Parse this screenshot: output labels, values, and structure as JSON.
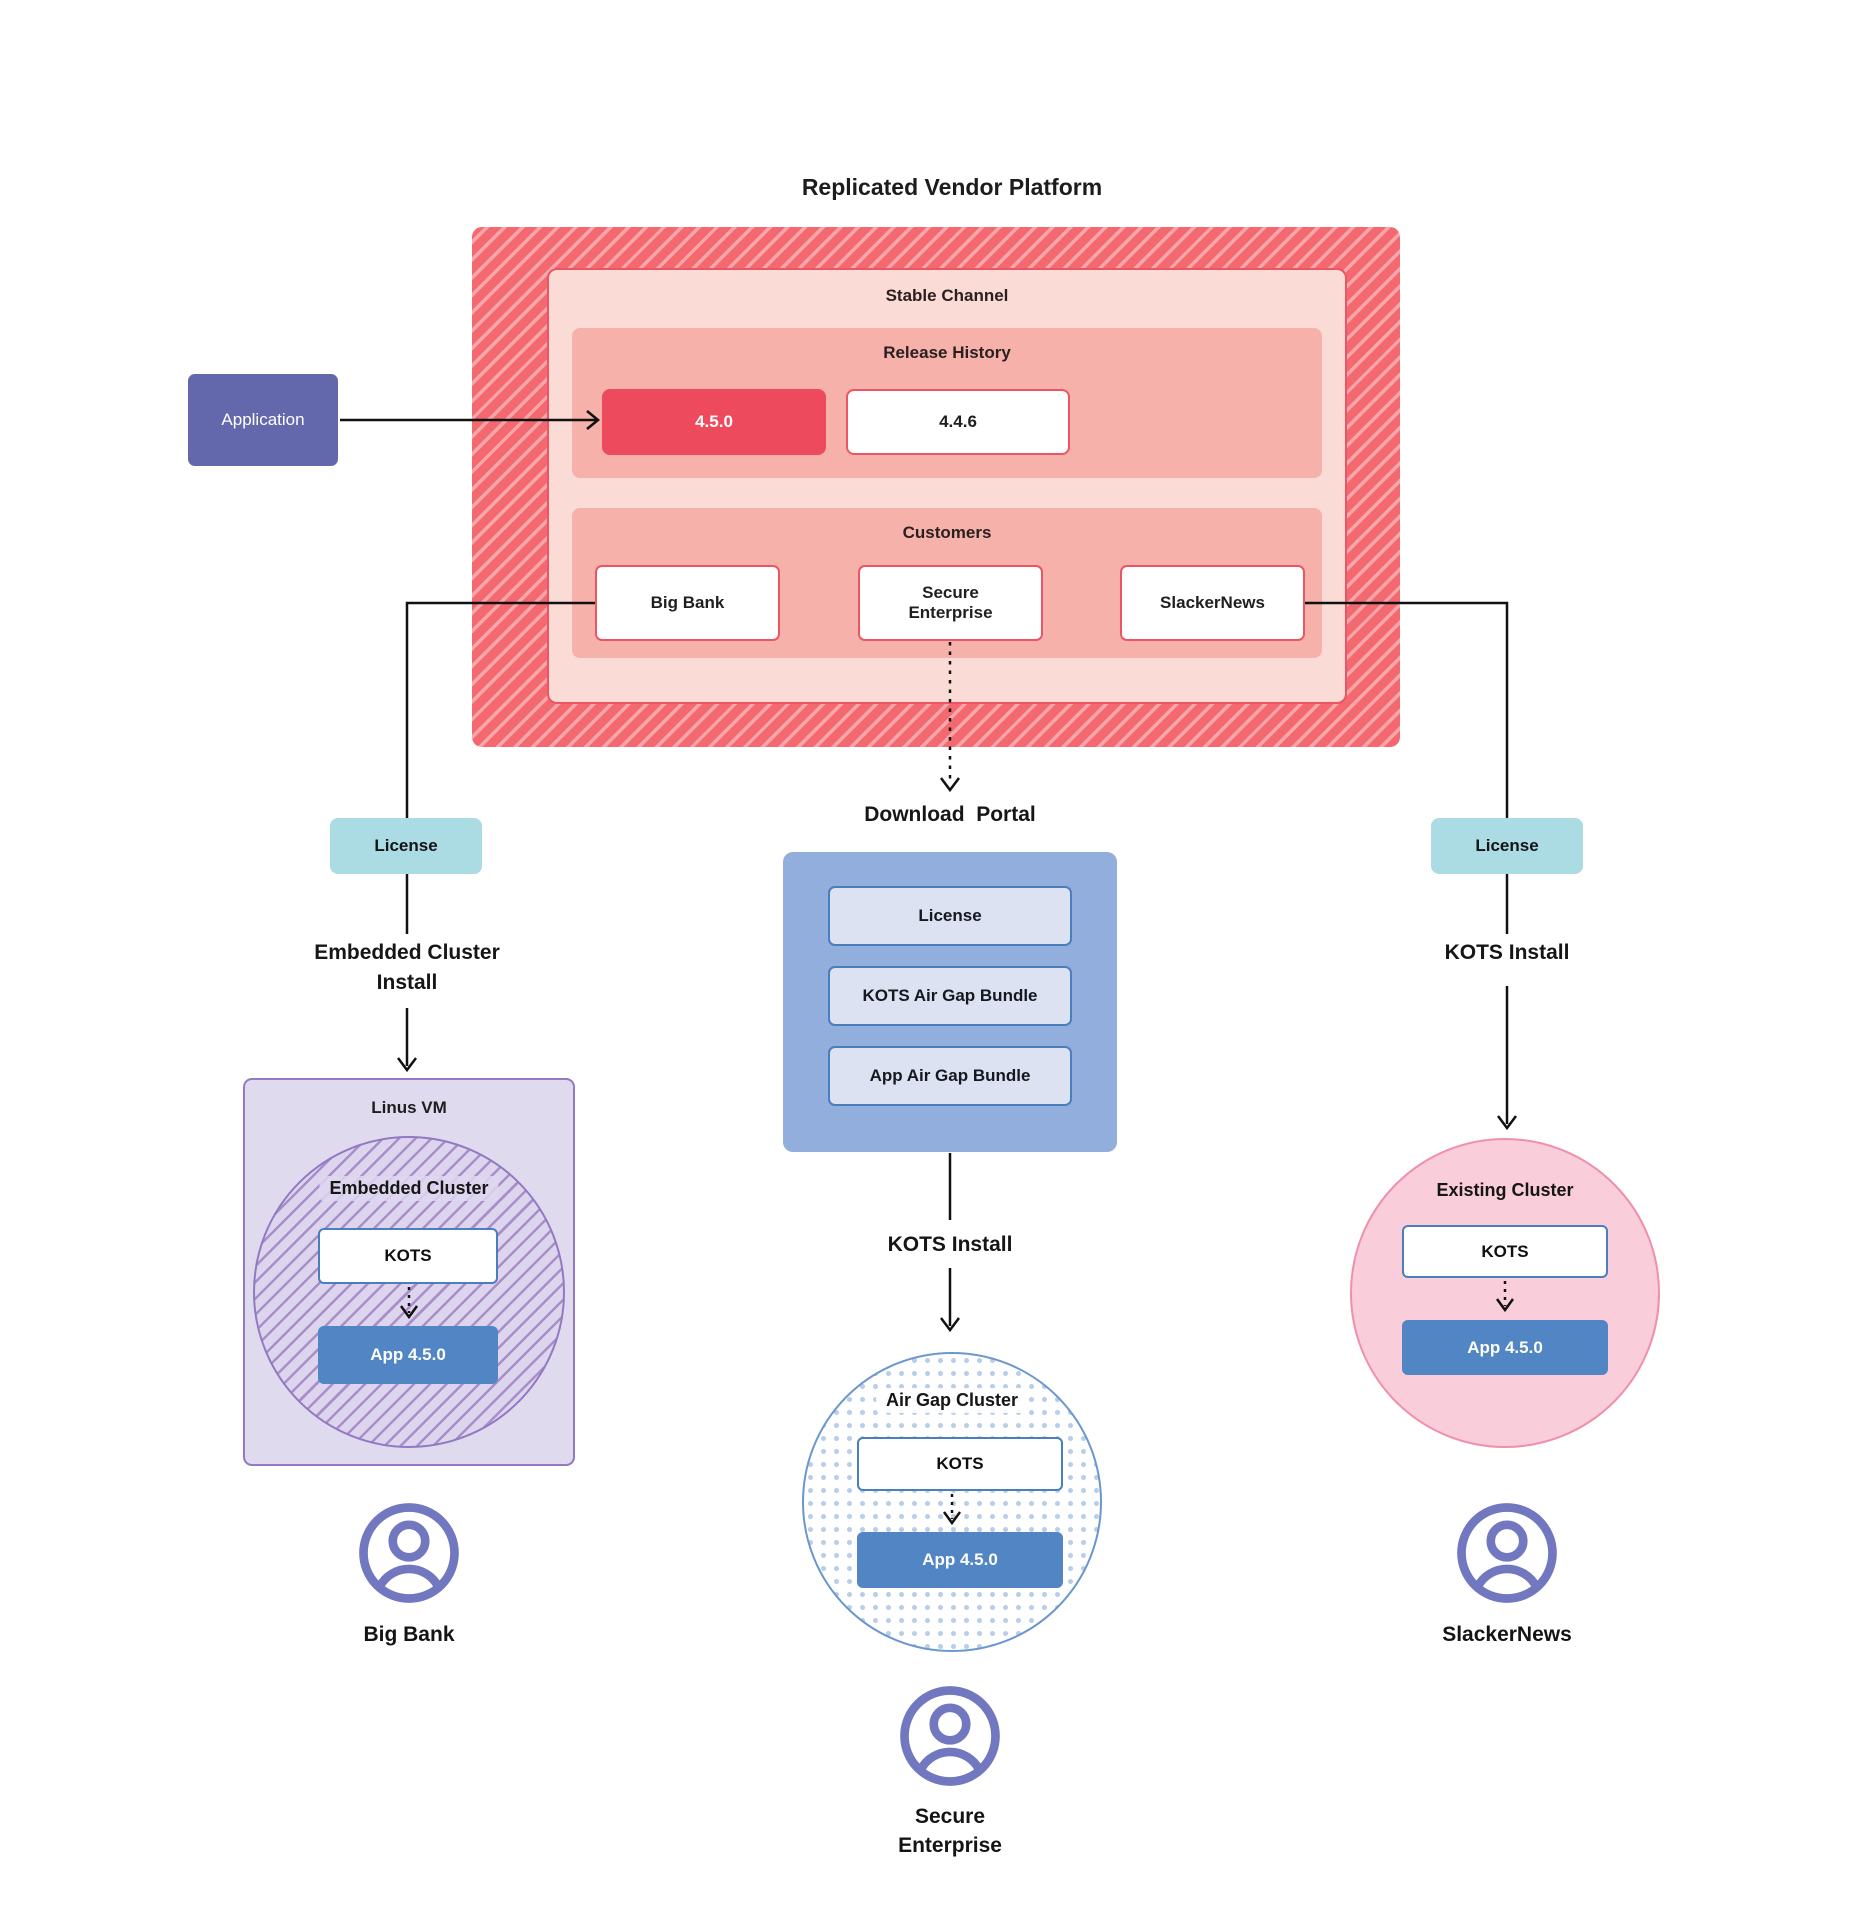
{
  "title": "Replicated Vendor Platform",
  "platform": {
    "stable_channel_label": "Stable Channel",
    "release_history": {
      "label": "Release History",
      "releases": [
        {
          "version": "4.5.0",
          "highlight": true
        },
        {
          "version": "4.4.6",
          "highlight": false
        }
      ]
    },
    "customers": {
      "label": "Customers",
      "items": [
        "Big Bank",
        "Secure Enterprise",
        "SlackerNews"
      ]
    }
  },
  "application_label": "Application",
  "flows": {
    "left": {
      "license_label": "License",
      "install_label": "Embedded Cluster Install",
      "vm_label": "Linus VM",
      "cluster_label": "Embedded Cluster",
      "kots_label": "KOTS",
      "app_label": "App 4.5.0",
      "user_label": "Big Bank"
    },
    "middle": {
      "portal_title": "Download  Portal",
      "portal_items": [
        "License",
        "KOTS Air Gap Bundle",
        "App Air Gap Bundle"
      ],
      "install_label": "KOTS Install",
      "cluster_label": "Air Gap Cluster",
      "kots_label": "KOTS",
      "app_label": "App 4.5.0",
      "user_label": "Secure Enterprise"
    },
    "right": {
      "license_label": "License",
      "install_label": "KOTS Install",
      "cluster_label": "Existing Cluster",
      "kots_label": "KOTS",
      "app_label": "App 4.5.0",
      "user_label": "SlackerNews"
    }
  },
  "colors": {
    "outer_red_base": "#f4686f",
    "outer_red_stripe": "#f8a6aa",
    "stable_pink": "#fbdbd6",
    "red_border": "#ec5564",
    "panel_pink": "#f6b1aa",
    "release_red": "#ee4a5e",
    "application_purple": "#6367ac",
    "teal": "#abdbe3",
    "portal_blue": "#92aedd",
    "portal_item_fill": "#dde2f3",
    "portal_item_border": "#4a7ebd",
    "app_blue": "#5185c4",
    "vm_fill": "#e0daef",
    "vm_border": "#9279c2",
    "hatch_bg": "#ddd5ed",
    "hatch_purple": "#a98fca",
    "airgap_border": "#6b97cf",
    "airgap_dot": "#b9cfe9",
    "existing_fill": "#f9cdd9",
    "existing_border": "#ef8fac",
    "person_purple": "#7278c0"
  }
}
